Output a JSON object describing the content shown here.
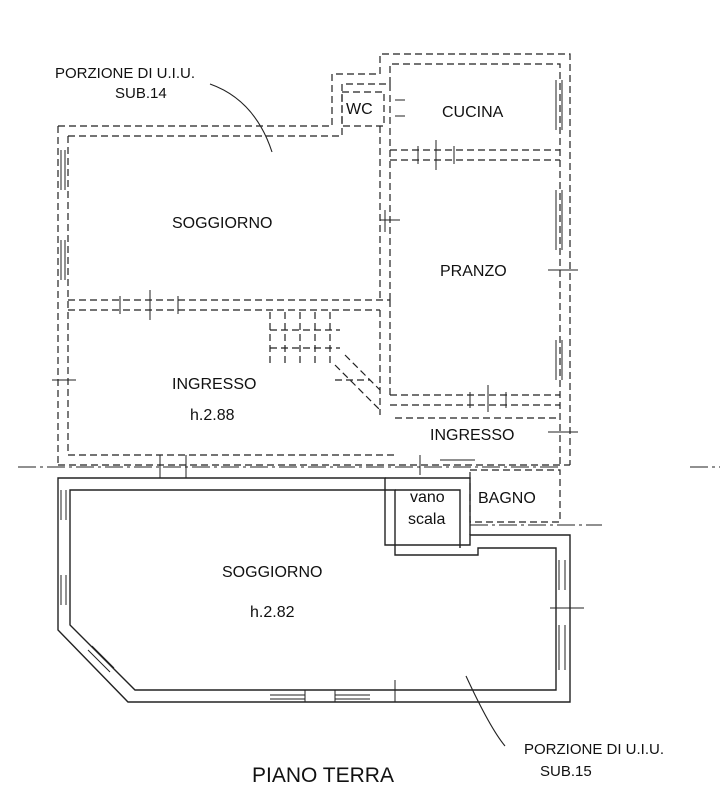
{
  "title": "PIANO TERRA",
  "notes": {
    "sub14_line1": "PORZIONE DI U.I.U.",
    "sub14_line2": "SUB.14",
    "sub15_line1": "PORZIONE DI U.I.U.",
    "sub15_line2": "SUB.15"
  },
  "rooms": {
    "wc": "WC",
    "cucina": "CUCINA",
    "soggiorno_upper": "SOGGIORNO",
    "pranzo": "PRANZO",
    "ingresso_left": "INGRESSO",
    "ingresso_left_height": "h.2.88",
    "ingresso_right": "INGRESSO",
    "vano": "vano",
    "scala": "scala",
    "bagno": "BAGNO",
    "soggiorno_lower": "SOGGIORNO",
    "soggiorno_lower_height": "h.2.82"
  }
}
